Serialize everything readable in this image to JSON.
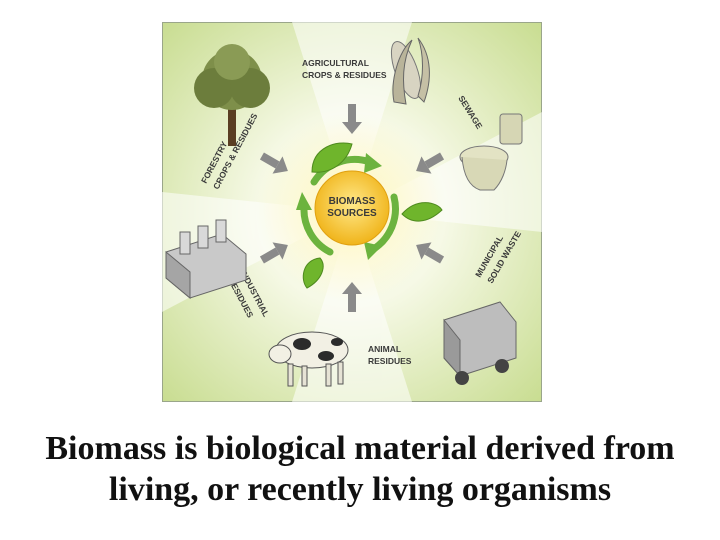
{
  "diagram": {
    "center": {
      "line1": "BIOMASS",
      "line2": "SOURCES"
    },
    "sources": {
      "agricultural": {
        "line1": "AGRICULTURAL",
        "line2": "CROPS & RESIDUES"
      },
      "sewage": {
        "line1": "SEWAGE"
      },
      "municipal": {
        "line1": "MUNICIPAL",
        "line2": "SOLID WASTE"
      },
      "animal": {
        "line1": "ANIMAL",
        "line2": "RESIDUES"
      },
      "industrial": {
        "line1": "INDUSTRIAL",
        "line2": "RESIDUES"
      },
      "forestry": {
        "line1": "FORESTRY",
        "line2": "CROPS & RESIDUES"
      }
    },
    "colors": {
      "leaf": "#6fb52c",
      "cycle_arrow": "#6cb33e",
      "center": "#f2c21b",
      "radial_arrow": "#8a8a8a",
      "background": "#eef4d6"
    }
  },
  "caption": {
    "line1": "Biomass is biological material derived from",
    "line2": "living, or recently living organisms"
  }
}
